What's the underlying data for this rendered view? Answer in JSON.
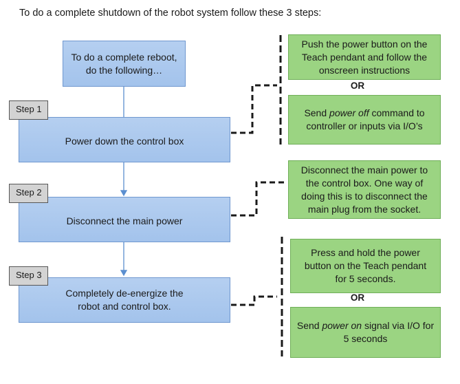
{
  "intro_text": "To do a complete shutdown of the robot system follow these 3 steps:",
  "start_box": {
    "line1": "To do a complete reboot,",
    "line2": "do the following…"
  },
  "steps": [
    {
      "label": "Step 1",
      "text": "Power down the control box"
    },
    {
      "label": "Step 2",
      "text": "Disconnect the main power"
    },
    {
      "label": "Step 3",
      "line1": "Completely de-energize the",
      "line2": "robot and control box."
    }
  ],
  "step1_options": {
    "option_a": {
      "line1": "Push the power button on the",
      "line2": "Teach pendant and follow the",
      "line3": "onscreen instructions"
    },
    "separator": "OR",
    "option_b": {
      "line1_pre": "Send ",
      "line1_em": "power off",
      "line1_post": " command to",
      "line2": "controller or inputs via I/O’s"
    }
  },
  "step2_note": {
    "line1": "Disconnect the main power to",
    "line2": "the control box. One way of",
    "line3": "doing this is to disconnect the",
    "line4": "main plug from the socket."
  },
  "step3_options": {
    "option_a": {
      "line1": "Press and hold the power",
      "line2": "button on the Teach pendant",
      "line3": "for 5 seconds."
    },
    "separator": "OR",
    "option_b": {
      "line1_pre": "Send ",
      "line1_em": "power on",
      "line1_post": " signal via I/O for",
      "line2": "5 seconds"
    }
  },
  "colors": {
    "process_fill": "#a9c7ee",
    "process_border": "#6f97cf",
    "note_fill": "#9bd482",
    "note_border": "#6fae58",
    "step_tag_fill": "#d3d3d3",
    "arrow": "#5b8fd0"
  }
}
